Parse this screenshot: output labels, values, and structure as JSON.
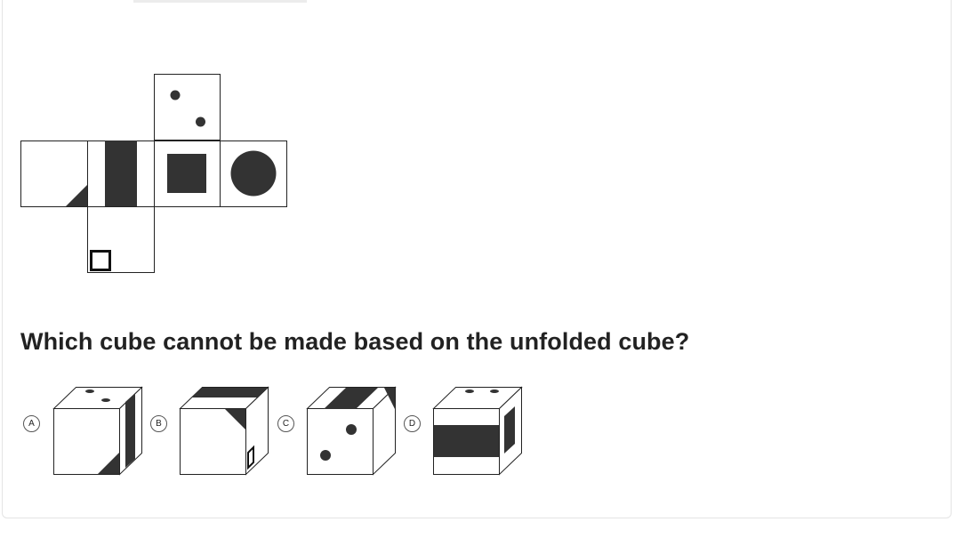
{
  "question": {
    "text": "Which cube cannot be made based on the unfolded cube?"
  },
  "net": {
    "faces": [
      {
        "name": "top-face",
        "pattern": "two-dots"
      },
      {
        "name": "left-face",
        "pattern": "corner-triangle"
      },
      {
        "name": "center-left-face",
        "pattern": "vertical-stripe"
      },
      {
        "name": "center-face",
        "pattern": "filled-square"
      },
      {
        "name": "right-face",
        "pattern": "filled-circle"
      },
      {
        "name": "bottom-face",
        "pattern": "small-outlined-square"
      }
    ]
  },
  "options": [
    {
      "label": "A",
      "front": "corner-triangle",
      "top": "two-dots",
      "side": "vertical-stripe"
    },
    {
      "label": "B",
      "front": "corner-triangle",
      "top": "vertical-stripe",
      "side": "small-outlined-square"
    },
    {
      "label": "C",
      "front": "two-dots",
      "top": "vertical-stripe",
      "side": "blank"
    },
    {
      "label": "D",
      "front": "vertical-stripe",
      "top": "two-dots",
      "side": "filled-square"
    }
  ],
  "colors": {
    "fill": "#333333",
    "stroke": "#222222",
    "text": "#222222",
    "border": "#e4e4e4"
  }
}
